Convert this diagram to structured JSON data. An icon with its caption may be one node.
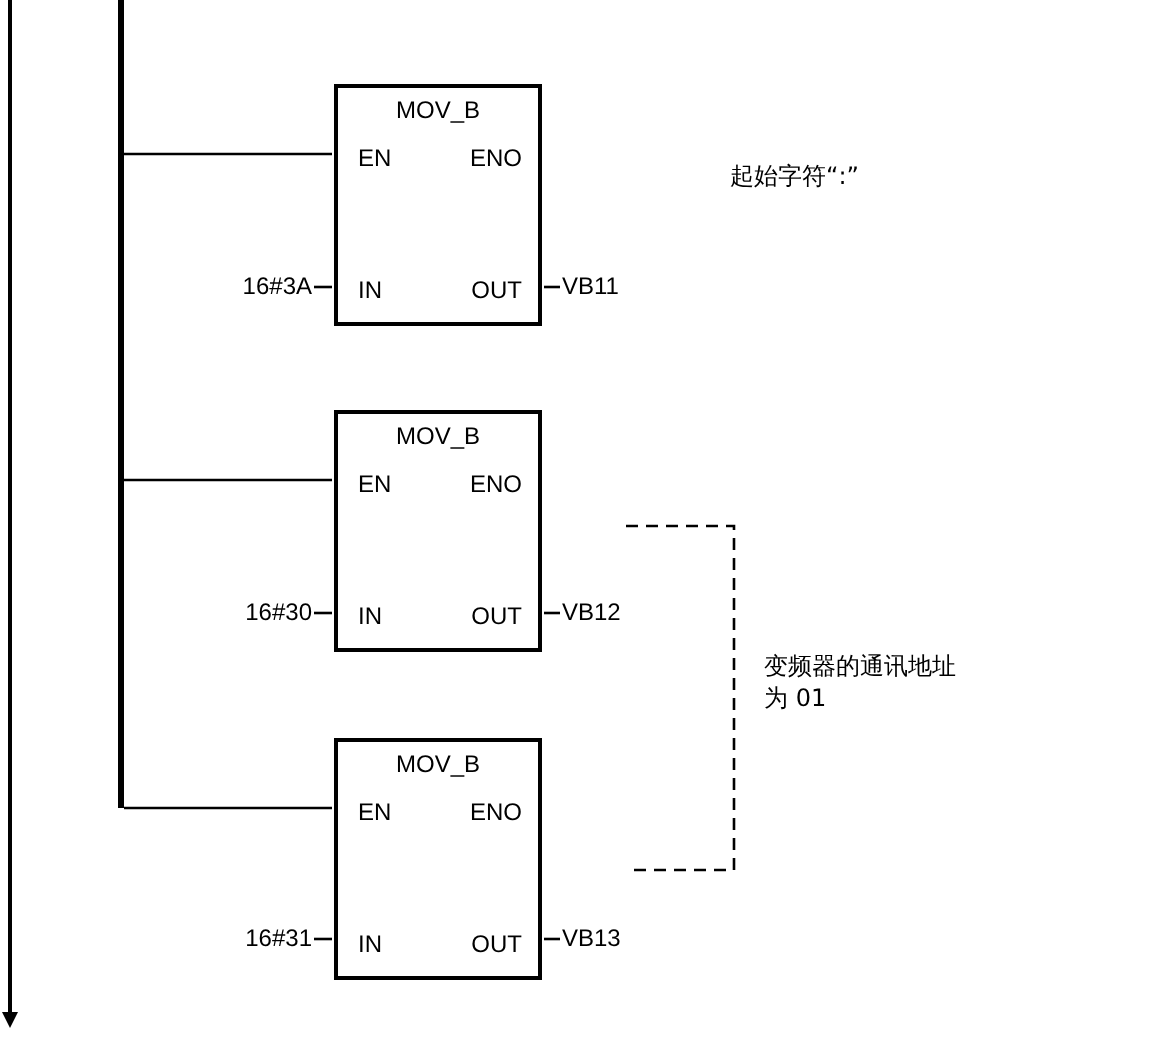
{
  "diagram": {
    "nodes": [
      {
        "text": [],
        "shape": "bar"
      },
      {
        "text": [
          "MOV_B",
          "EN",
          "ENO",
          "IN",
          "OUT"
        ]
      },
      {
        "text": [
          "16#3A"
        ]
      },
      {
        "text": [
          "VB11"
        ]
      },
      {
        "text": [
          "MOV_B",
          "EN",
          "ENO",
          "IN",
          "OUT"
        ]
      },
      {
        "text": [
          "16#30"
        ]
      },
      {
        "text": [
          "VB12"
        ]
      },
      {
        "text": [
          "MOV_B",
          "EN",
          "ENO",
          "IN",
          "OUT"
        ]
      },
      {
        "text": [
          "16#31"
        ]
      },
      {
        "text": [
          "VB13"
        ]
      }
    ],
    "edges": [
      {
        "from": 0,
        "to": 1,
        "arrow": "none"
      },
      {
        "from": 2,
        "to": 1,
        "arrow": "none"
      },
      {
        "from": 1,
        "to": 3,
        "arrow": "none"
      },
      {
        "from": 0,
        "to": 4,
        "arrow": "none"
      },
      {
        "from": 5,
        "to": 4,
        "arrow": "none"
      },
      {
        "from": 4,
        "to": 6,
        "arrow": "none"
      },
      {
        "from": 0,
        "to": 7,
        "arrow": "none"
      },
      {
        "from": 8,
        "to": 7,
        "arrow": "none"
      },
      {
        "from": 7,
        "to": 9,
        "arrow": "none"
      }
    ],
    "labels": [
      "起始字符“:”",
      "变频器的通讯地址为 01"
    ]
  }
}
